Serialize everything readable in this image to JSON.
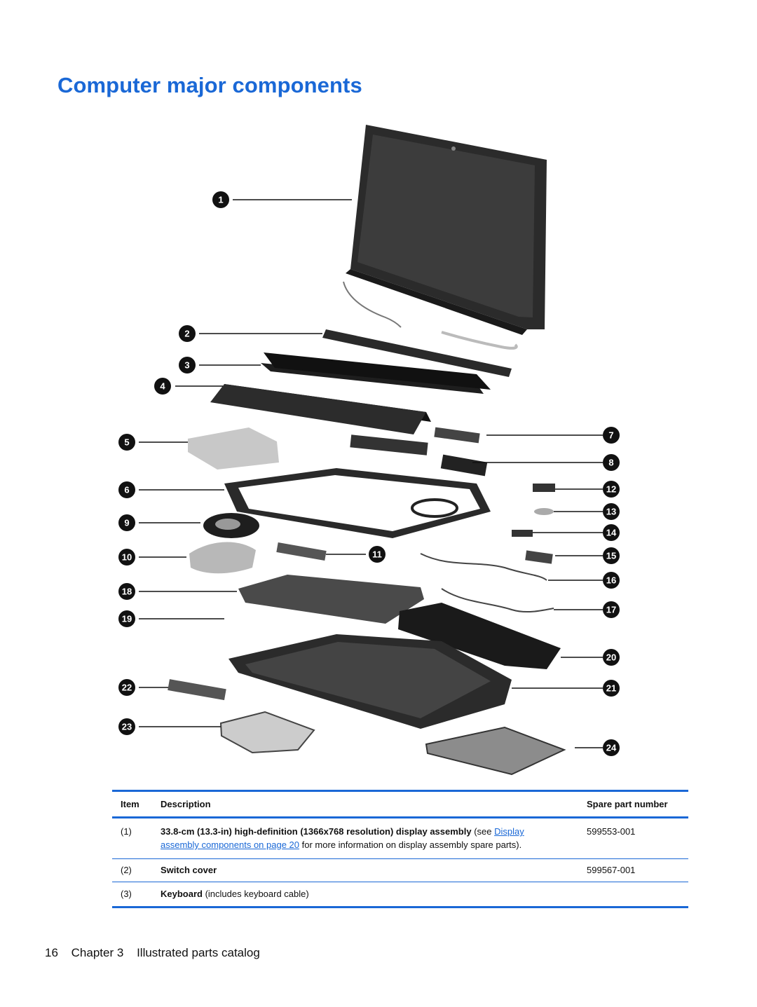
{
  "page": {
    "title": "Computer major components"
  },
  "diagram": {
    "callouts": [
      "1",
      "2",
      "3",
      "4",
      "5",
      "6",
      "7",
      "8",
      "9",
      "10",
      "11",
      "12",
      "13",
      "14",
      "15",
      "16",
      "17",
      "18",
      "19",
      "20",
      "21",
      "22",
      "23",
      "24"
    ]
  },
  "table": {
    "headers": {
      "item": "Item",
      "description": "Description",
      "spare": "Spare part number"
    },
    "rows": [
      {
        "item": "(1)",
        "desc_bold": "33.8-cm (13.3-in) high-definition (1366x768 resolution) display assembly",
        "desc_pre_link": " (see ",
        "desc_link_1": "Display",
        "desc_link_2": "assembly components on page 20",
        "desc_post_link": " for more information on display assembly spare parts).",
        "spare": "599553-001"
      },
      {
        "item": "(2)",
        "desc_bold": "Switch cover",
        "spare": "599567-001"
      },
      {
        "item": "(3)",
        "desc_bold": "Keyboard",
        "desc_rest": " (includes keyboard cable)",
        "spare": ""
      }
    ]
  },
  "footer": {
    "page_number": "16",
    "chapter": "Chapter 3",
    "section": "Illustrated parts catalog"
  }
}
